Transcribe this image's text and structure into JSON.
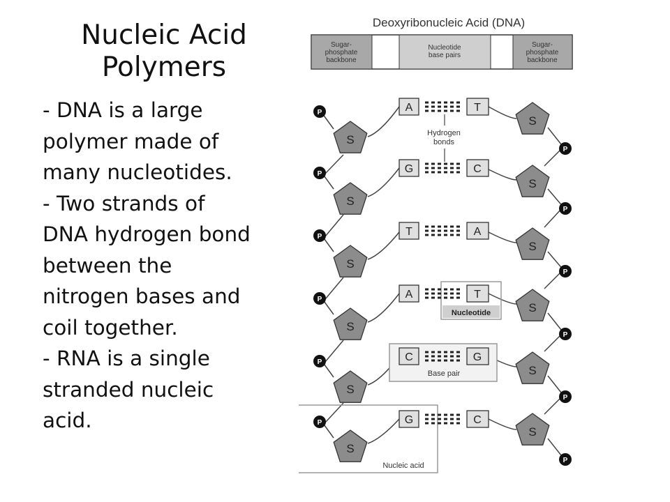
{
  "slide": {
    "title_lines": [
      "Nucleic Acid",
      "Polymers"
    ],
    "body_lines": [
      "- DNA is a large",
      "polymer made of",
      "many nucleotides.",
      "- Two strands of",
      "DNA hydrogen bond",
      "between the",
      "nitrogen bases and",
      "coil together.",
      "- RNA is a single",
      "stranded nucleic",
      "acid."
    ]
  },
  "diagram": {
    "title": "Deoxyribonucleic Acid (DNA)",
    "header_bar": {
      "left": [
        "Sugar-",
        "phosphate",
        "backbone"
      ],
      "center": [
        "Nucleotide",
        "base pairs"
      ],
      "right": [
        "Sugar-",
        "phosphate",
        "backbone"
      ]
    },
    "phosphate_label": "P",
    "sugar_label": "S",
    "base_pairs": [
      {
        "left": "A",
        "right": "T"
      },
      {
        "left": "G",
        "right": "C"
      },
      {
        "left": "T",
        "right": "A"
      },
      {
        "left": "A",
        "right": "T"
      },
      {
        "left": "C",
        "right": "G"
      },
      {
        "left": "G",
        "right": "C"
      }
    ],
    "hydrogen_bonds_label": [
      "Hydrogen",
      "bonds"
    ],
    "nucleotide_label": "Nucleotide",
    "base_pair_label": "Base pair",
    "nucleic_acid_label": "Nucleic acid",
    "colors": {
      "sugar_fill": "#8c8c8c",
      "phosphate_fill": "#111111",
      "header_dark": "#a8a8a8",
      "header_light": "#cfcfcf",
      "line": "#444444"
    }
  }
}
